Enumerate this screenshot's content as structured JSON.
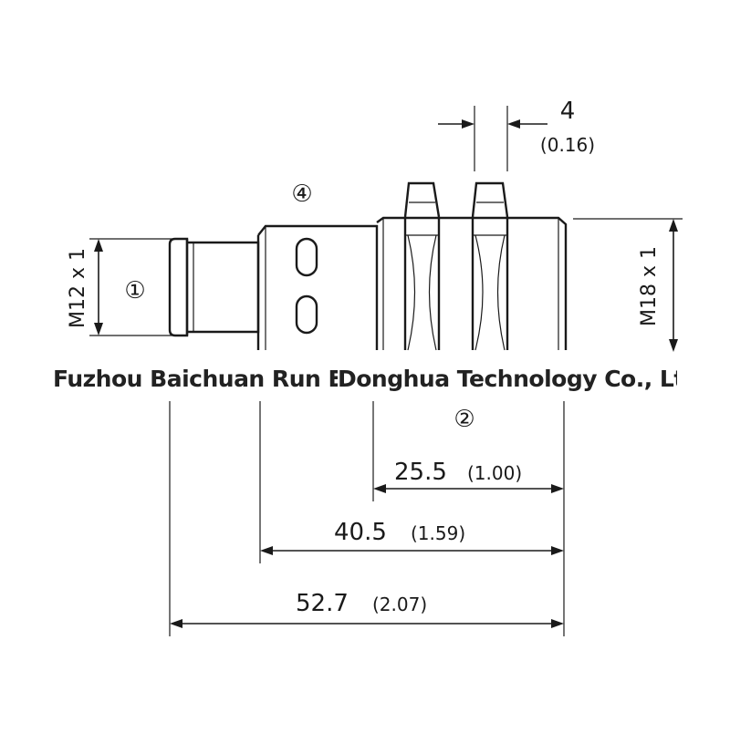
{
  "dimensions": {
    "thread_front": "M12 x 1",
    "thread_rear": "M18 x 1",
    "wrench_width": {
      "mm": "4",
      "inch": "(0.16)"
    },
    "housing_length": {
      "mm": "25.5",
      "inch": "(1.00)"
    },
    "body_length": {
      "mm": "40.5",
      "inch": "(1.59)"
    },
    "total_length": {
      "mm": "52.7",
      "inch": "(2.07)"
    }
  },
  "callouts": {
    "connector": "①",
    "housing": "②",
    "indicator": "④"
  },
  "watermark": {
    "left": "Fuzhou Baichuan Run E",
    "right": "Donghua Technology Co., Ltd."
  },
  "colors": {
    "line": "#1a1a1a",
    "background": "#ffffff"
  }
}
